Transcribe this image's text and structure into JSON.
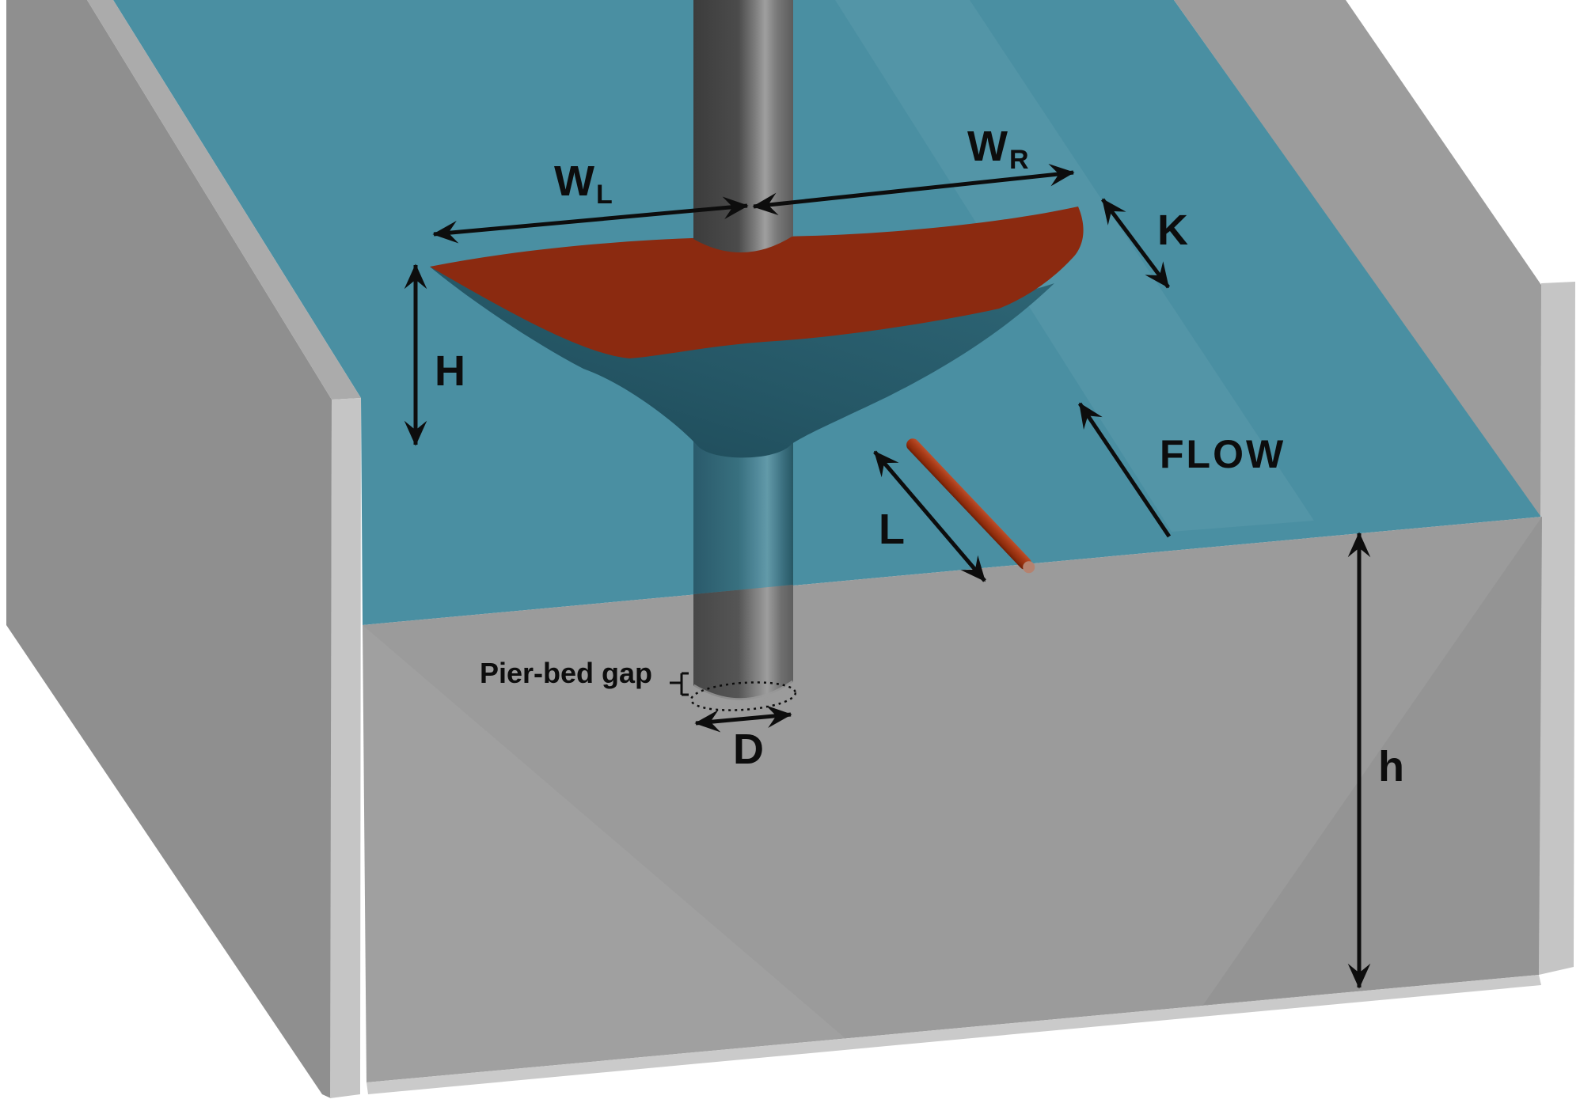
{
  "figure": {
    "description": "3D schematic of a debris raft accumulated at a cylindrical bridge pier in a sediment channel with flowing water",
    "background": "#FFFFFF"
  },
  "labels": {
    "width_left": {
      "main": "W",
      "sub": "L"
    },
    "width_right": {
      "main": "W",
      "sub": "R"
    },
    "debris_thickness": "K",
    "debris_height": "H",
    "log_length": "L",
    "pier_diameter": "D",
    "flow_depth": "h",
    "flow_direction": "FLOW",
    "pier_bed_gap": "Pier-bed gap"
  },
  "colors": {
    "water": "#4A8FA2",
    "water_streak": "#5B9AAB",
    "debris_top": "#8B2A10",
    "debris_underside_light": "#2E6676",
    "debris_underside_dark": "#1D4856",
    "pier_dark": "#4B4B4B",
    "pier_highlight": "#9F9F9F",
    "pier_underwater": "#38707F",
    "log_red": "#A03818",
    "sediment_front": "#9B9B9B",
    "wall_outer": "#8F8F8F",
    "wall_edge": "#C5C5C5",
    "bottom_edge": "#CACACA",
    "annotation": "#0D0D0D"
  }
}
